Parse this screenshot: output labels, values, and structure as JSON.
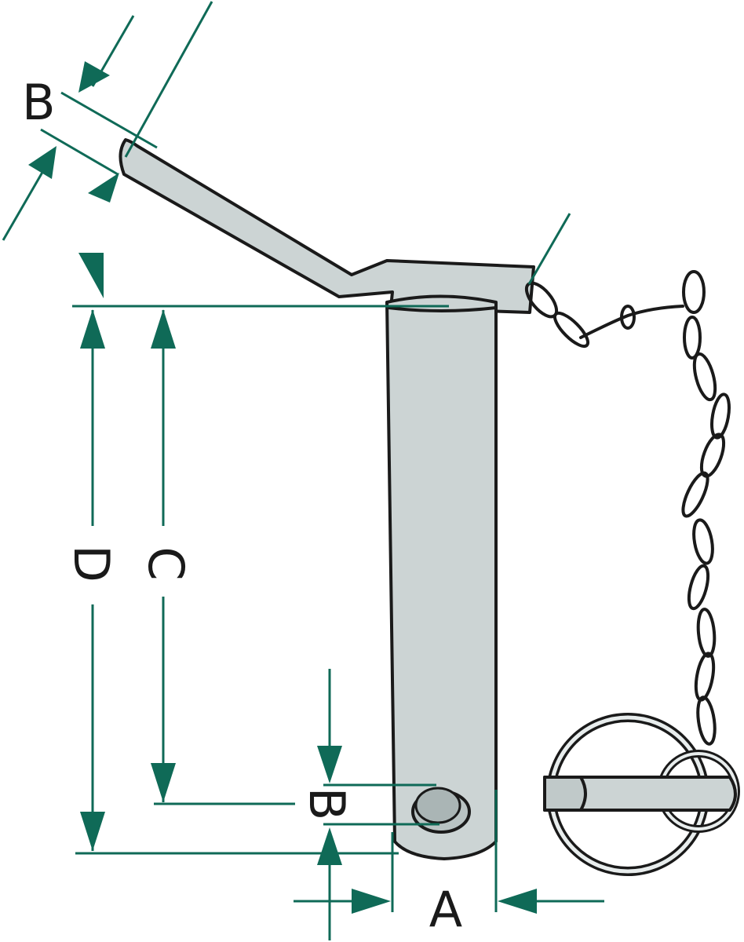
{
  "labels": {
    "a": "A",
    "b_top": "B",
    "b_hole": "B",
    "c": "C",
    "d": "D"
  },
  "colors": {
    "dimension": "#0f6a57",
    "outline": "#1a1a1a",
    "pin_fill": "#ccd4d4",
    "background": "#ffffff"
  }
}
